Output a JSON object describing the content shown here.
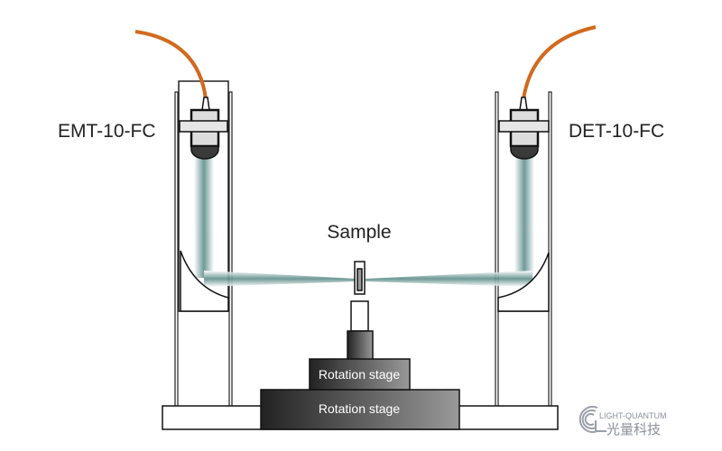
{
  "labels": {
    "emitter": "EMT-10-FC",
    "detector": "DET-10-FC",
    "sample": "Sample",
    "stage_top": "Rotation stage",
    "stage_bottom": "Rotation stage"
  },
  "logo": {
    "en": "LIGHT-QUANTUM",
    "cn": "光量科技"
  },
  "colors": {
    "fiber": "#d2691e",
    "beam": "#5f8f8c",
    "logo": "#8a8f99"
  }
}
